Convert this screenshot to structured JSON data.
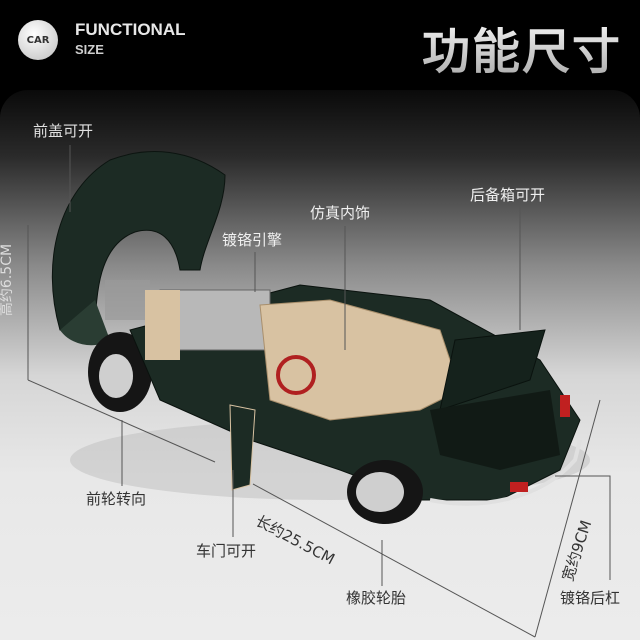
{
  "header": {
    "badge": "CAR",
    "subtitle_line1": "FUNCTIONAL",
    "subtitle_line2": "SIZE",
    "title": "功能尺寸"
  },
  "features": {
    "front_hood": "前盖可开",
    "chrome_engine": "镀铬引擎",
    "interior": "仿真内饰",
    "trunk": "后备箱可开",
    "front_steering": "前轮转向",
    "doors": "车门可开",
    "tires": "橡胶轮胎",
    "rear_bumper": "镀铬后杠"
  },
  "dimensions": {
    "height": "高约6.5CM",
    "length": "长约25.5CM",
    "width": "宽约9CM"
  },
  "colors": {
    "car_body": "#1c2b24",
    "interior": "#d8c2a2",
    "background_top": "#000000",
    "background_bottom": "#ececec"
  }
}
